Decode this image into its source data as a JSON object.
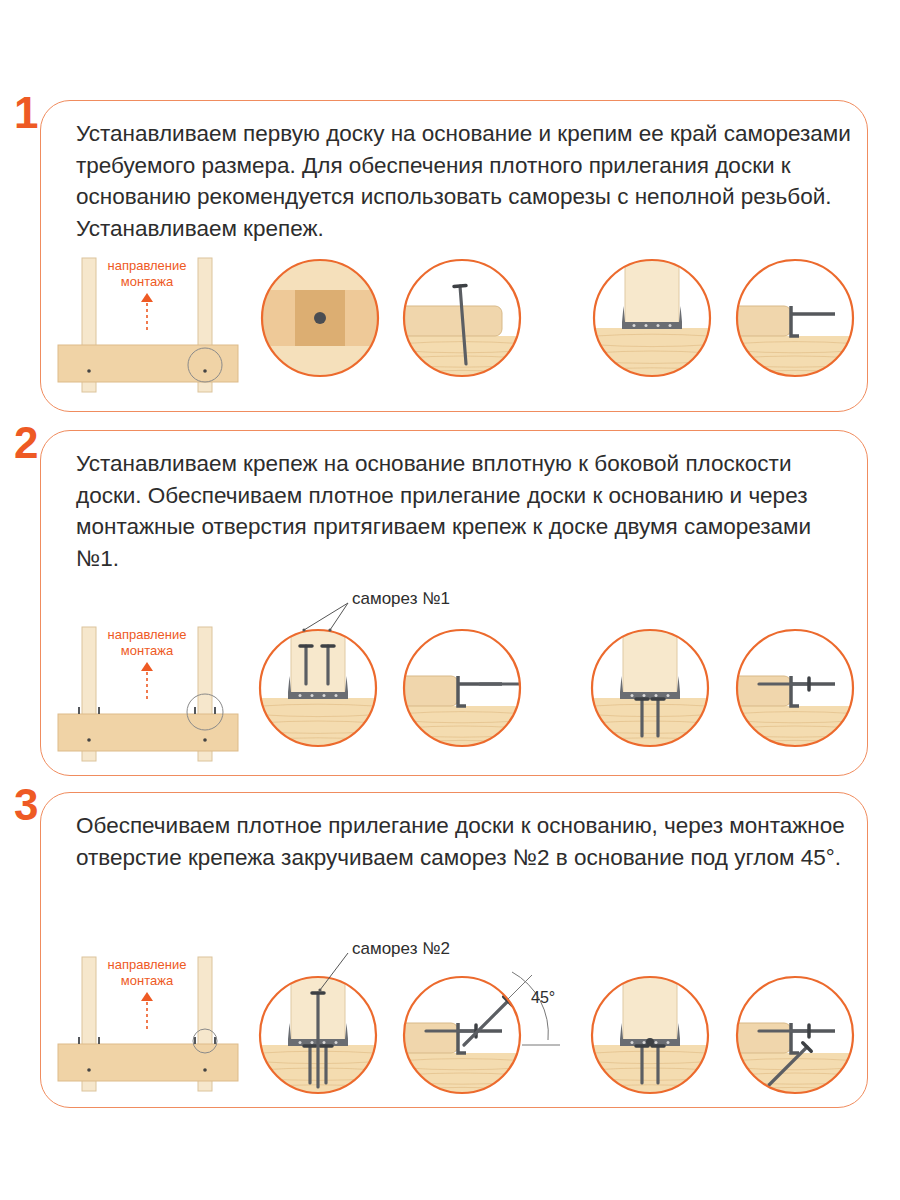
{
  "diagram": {
    "nodes": [
      {
        "text": [
          "1",
          "Устанавливаем первую доску на основание и крепим ее край саморезами требуемого размера. Для обеспечения плотного прилегания доски к основанию рекомендуется использовать саморезы с неполной резьбой. Устанавливаем крепеж."
        ]
      },
      {
        "text": [
          "2",
          "Устанавливаем крепеж на основание вплотную к боковой плоскости доски. Обеспечиваем плотное прилегание доски к основанию и через монтажные отверстия притягиваем крепеж к доске двумя саморезами №1."
        ]
      },
      {
        "text": [
          "3",
          "Обеспечиваем плотное прилегание доски к основанию, через монтажное отверстие крепежа закручиваем саморез №2 в основание под углом 45°."
        ]
      }
    ],
    "labels": [
      "направление монтажа",
      "саморез №1",
      "направление монтажа",
      "саморез №2",
      "направление монтажа",
      "45°"
    ]
  }
}
